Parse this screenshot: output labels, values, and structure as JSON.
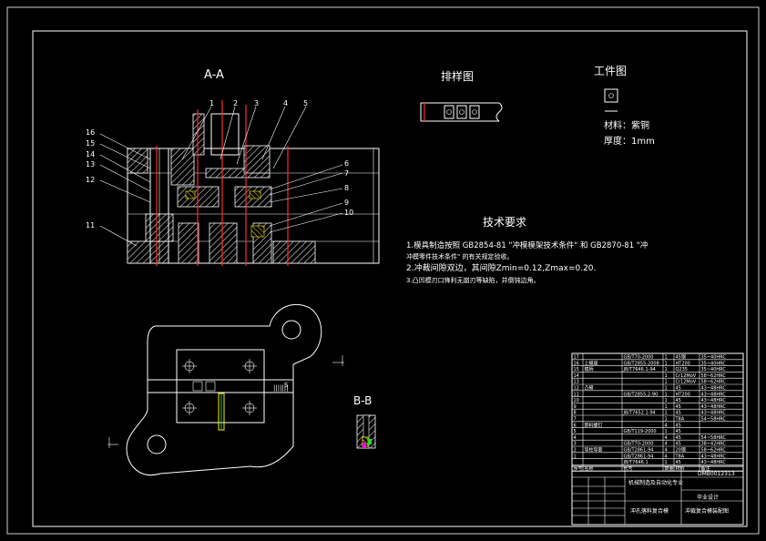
{
  "views": {
    "section_aa": "A-A",
    "section_bb": "B-B",
    "strip_layout": "排样图",
    "workpiece": "工件图"
  },
  "workpiece": {
    "material": "材料：紫铜",
    "thickness": "厚度：1mm"
  },
  "callouts": [
    "1",
    "2",
    "3",
    "4",
    "5",
    "6",
    "7",
    "8",
    "9",
    "10",
    "11",
    "12",
    "13",
    "14",
    "15",
    "16"
  ],
  "tech_requirements": {
    "title": "技术要求",
    "line1": "1.模具制造按照 GB2854-81 \"冲模模架技术条件\" 和 GB2870-81 \"冲",
    "line1b": "冲模零件技术条件\" 的有关规定验收。",
    "line2": "2.冲裁间隙双边，其间隙Zmin=0.12,Zmax=0.20.",
    "line3": "3.凸凹模刃口锋利无崩刃等缺陷，并倒钝边角。"
  },
  "parts_table": {
    "rows": [
      {
        "no": "17",
        "name": "",
        "std": "GB/T70-2000",
        "qty": "1",
        "mat": "45钢",
        "note": "35~40HRC"
      },
      {
        "no": "16",
        "name": "上模座",
        "std": "GB/T2855-2008",
        "qty": "1",
        "mat": "HT200",
        "note": "35~40HRC"
      },
      {
        "no": "15",
        "name": "模柄",
        "std": "JB/T7646.1-94",
        "qty": "1",
        "mat": "Q235",
        "note": "35~40HRC"
      },
      {
        "no": "14",
        "name": "",
        "std": "",
        "qty": "1",
        "mat": "Cr12MoV",
        "note": "58~62HRC"
      },
      {
        "no": "13",
        "name": "",
        "std": "",
        "qty": "1",
        "mat": "Cr12MoV",
        "note": "58~62HRC"
      },
      {
        "no": "12",
        "name": "凸模",
        "std": "",
        "qty": "1",
        "mat": "45",
        "note": "43~48HRC"
      },
      {
        "no": "11",
        "name": "",
        "std": "GB/T2855.2-90",
        "qty": "1",
        "mat": "HT200",
        "note": "43~48HRC"
      },
      {
        "no": "10",
        "name": "",
        "std": "",
        "qty": "1",
        "mat": "45",
        "note": "43~48HRC"
      },
      {
        "no": "9",
        "name": "",
        "std": "",
        "qty": "1",
        "mat": "45",
        "note": "43~48HRC"
      },
      {
        "no": "8",
        "name": "",
        "std": "JB/T7652.1-94",
        "qty": "1",
        "mat": "45",
        "note": "43~48HRC"
      },
      {
        "no": "7",
        "name": "",
        "std": "",
        "qty": "1",
        "mat": "T8A",
        "note": "54~58HRC"
      },
      {
        "no": "6",
        "name": "卸料螺钉",
        "std": "",
        "qty": "4",
        "mat": "45",
        "note": ""
      },
      {
        "no": "5",
        "name": "",
        "std": "GB/T119-2000",
        "qty": "1",
        "mat": "45",
        "note": ""
      },
      {
        "no": "4",
        "name": "",
        "std": "",
        "qty": "4",
        "mat": "45",
        "note": "54~58HRC"
      },
      {
        "no": "3",
        "name": "",
        "std": "GB/T70-2000",
        "qty": "4",
        "mat": "45",
        "note": "38~42HRC"
      },
      {
        "no": "2",
        "name": "导柱导套",
        "std": "GB/T2861-94",
        "qty": "4",
        "mat": "20钢",
        "note": "58~62HRC"
      },
      {
        "no": "1",
        "name": "",
        "std": "GB/T2861-94",
        "qty": "4",
        "mat": "T8A",
        "note": "43~48HRC"
      },
      {
        "no": "",
        "name": "",
        "std": "JB/T7646.1",
        "qty": "1",
        "mat": "45",
        "note": "43~48HRC"
      }
    ],
    "header": {
      "no": "序号",
      "name": "名称",
      "std": "代号",
      "qty": "数量",
      "mat": "材料",
      "note": "备注"
    }
  },
  "title_block": {
    "drawing_no": "DMB0012313",
    "name": "冲孔落料复合模",
    "school": "机械制造及自动化专业",
    "sub": "冲裁复合模装配图",
    "company": "毕业设计"
  }
}
